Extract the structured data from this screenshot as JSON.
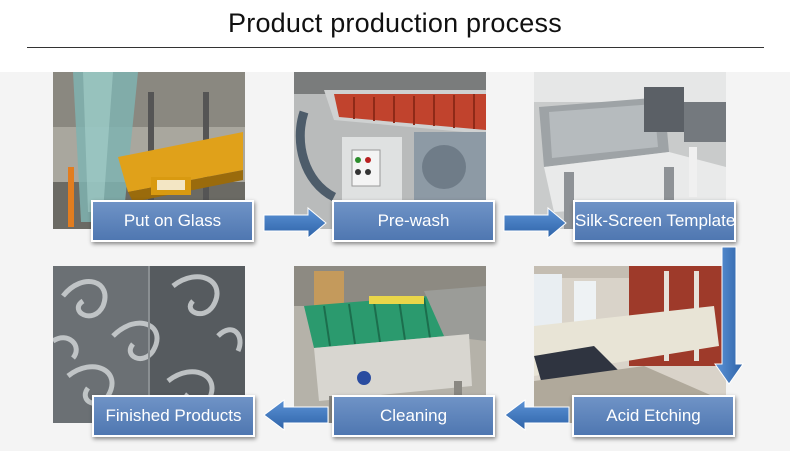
{
  "title": "Product production process",
  "steps": [
    {
      "label": "Put on Glass",
      "image": "glass-loading-table-photo"
    },
    {
      "label": "Pre-wash",
      "image": "washing-machine-photo"
    },
    {
      "label": "Silk-Screen Template",
      "image": "screen-printing-machine-photo"
    },
    {
      "label": "Acid Etching",
      "image": "acid-etching-line-photo"
    },
    {
      "label": "Cleaning",
      "image": "glass-cleaning-machine-photo"
    },
    {
      "label": "Finished Products",
      "image": "patterned-glass-photo"
    }
  ],
  "colors": {
    "label_fill": "#5b81b8",
    "label_border": "#ffffff",
    "arrow_fill": "#3f79c4",
    "background_band": "#f4f4f4"
  }
}
